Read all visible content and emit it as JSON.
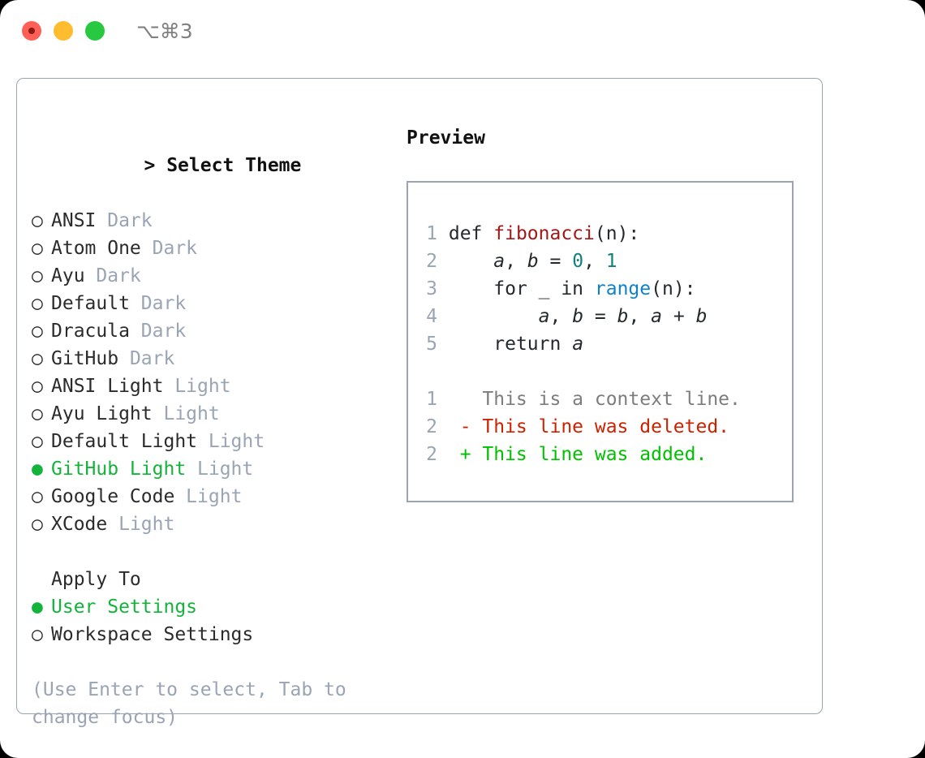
{
  "titlebar": {
    "shortcut": "⌥⌘3",
    "lights": [
      {
        "name": "close",
        "color": "#ff5f57"
      },
      {
        "name": "minimize",
        "color": "#febc2e"
      },
      {
        "name": "maximize",
        "color": "#28c840"
      }
    ]
  },
  "accent": {
    "selected_green": "#14b33c",
    "muted": "#9aa4b4",
    "text": "#2b2b2b"
  },
  "theme_picker": {
    "caret": ">",
    "title": "Select Theme",
    "marker_selected": "●",
    "marker_unselected": "○",
    "items": [
      {
        "label": "ANSI",
        "tag": "Dark",
        "selected": false
      },
      {
        "label": "Atom One",
        "tag": "Dark",
        "selected": false
      },
      {
        "label": "Ayu",
        "tag": "Dark",
        "selected": false
      },
      {
        "label": "Default",
        "tag": "Dark",
        "selected": false
      },
      {
        "label": "Dracula",
        "tag": "Dark",
        "selected": false
      },
      {
        "label": "GitHub",
        "tag": "Dark",
        "selected": false
      },
      {
        "label": "ANSI Light",
        "tag": "Light",
        "selected": false
      },
      {
        "label": "Ayu Light",
        "tag": "Light",
        "selected": false
      },
      {
        "label": "Default Light",
        "tag": "Light",
        "selected": false
      },
      {
        "label": "GitHub Light",
        "tag": "Light",
        "selected": true
      },
      {
        "label": "Google Code",
        "tag": "Light",
        "selected": false
      },
      {
        "label": "XCode",
        "tag": "Light",
        "selected": false
      }
    ]
  },
  "apply_to": {
    "title": "Apply To",
    "items": [
      {
        "label": "User Settings",
        "selected": true
      },
      {
        "label": "Workspace Settings",
        "selected": false
      }
    ]
  },
  "hint": "(Use Enter to select, Tab to change focus)",
  "preview": {
    "title": "Preview",
    "code_lines": [
      {
        "num": "1",
        "tokens": [
          {
            "t": "def ",
            "k": "plain"
          },
          {
            "t": "fibonacci",
            "k": "fn"
          },
          {
            "t": "(n):",
            "k": "plain"
          }
        ]
      },
      {
        "num": "2",
        "tokens": [
          {
            "t": "    ",
            "k": "plain"
          },
          {
            "t": "a",
            "k": "ital"
          },
          {
            "t": ", ",
            "k": "plain"
          },
          {
            "t": "b",
            "k": "ital"
          },
          {
            "t": " = ",
            "k": "plain"
          },
          {
            "t": "0",
            "k": "num"
          },
          {
            "t": ", ",
            "k": "plain"
          },
          {
            "t": "1",
            "k": "num"
          }
        ]
      },
      {
        "num": "3",
        "tokens": [
          {
            "t": "    for _ in ",
            "k": "plain"
          },
          {
            "t": "range",
            "k": "call"
          },
          {
            "t": "(n):",
            "k": "plain"
          }
        ]
      },
      {
        "num": "4",
        "tokens": [
          {
            "t": "        ",
            "k": "plain"
          },
          {
            "t": "a",
            "k": "ital"
          },
          {
            "t": ", ",
            "k": "plain"
          },
          {
            "t": "b",
            "k": "ital"
          },
          {
            "t": " = ",
            "k": "plain"
          },
          {
            "t": "b",
            "k": "ital"
          },
          {
            "t": ", ",
            "k": "plain"
          },
          {
            "t": "a",
            "k": "ital"
          },
          {
            "t": " + ",
            "k": "plain"
          },
          {
            "t": "b",
            "k": "ital"
          }
        ]
      },
      {
        "num": "5",
        "tokens": [
          {
            "t": "    return ",
            "k": "plain"
          },
          {
            "t": "a",
            "k": "ital"
          }
        ]
      }
    ],
    "diff_lines": [
      {
        "num": "1",
        "sign": " ",
        "text": " This is a context line.",
        "kind": "ctx"
      },
      {
        "num": "2",
        "sign": "-",
        "text": " This line was deleted.",
        "kind": "del"
      },
      {
        "num": "2",
        "sign": "+",
        "text": " This line was added.",
        "kind": "add"
      }
    ]
  }
}
